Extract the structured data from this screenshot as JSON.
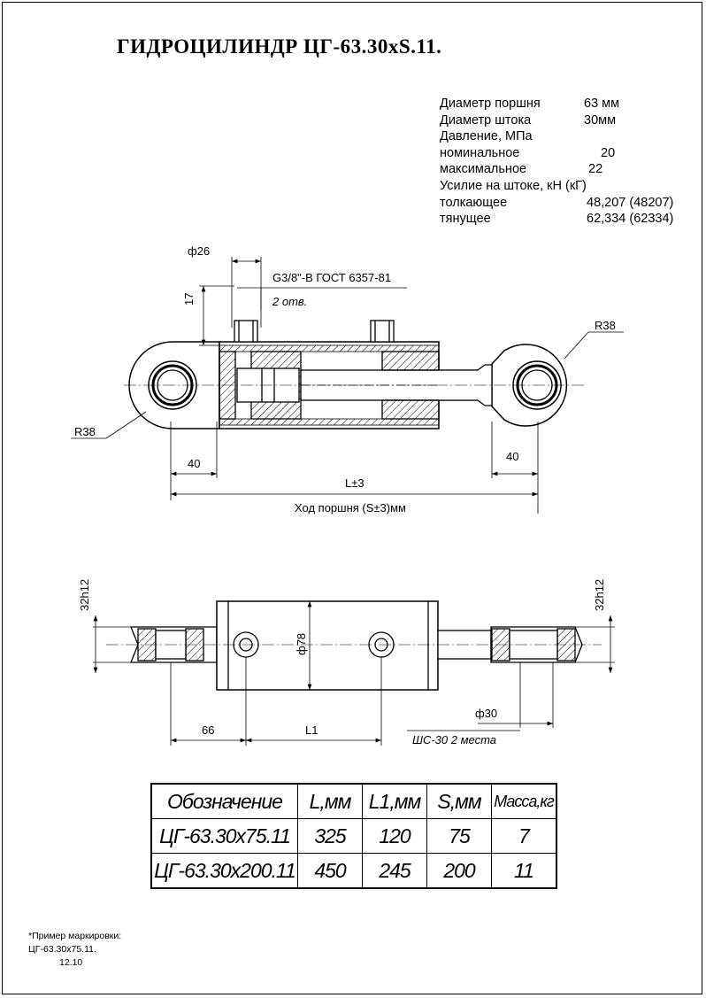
{
  "title": "ГИДРОЦИЛИНДР ЦГ-63.30хS.11.",
  "specs": [
    {
      "label": "Диаметр поршня",
      "value": "63 мм",
      "vx": 163
    },
    {
      "label": "Диаметр штока",
      "value": "30мм",
      "vx": 163
    },
    {
      "label": "Давление, МПа",
      "value": "",
      "vx": 163
    },
    {
      "label": "номинальное",
      "value": "20",
      "vx": 182
    },
    {
      "label": "максимальное",
      "value": "22",
      "vx": 182
    },
    {
      "label": "Усилие на штоке, кН (кГ)",
      "value": "",
      "vx": 163
    },
    {
      "label": "толкающее",
      "value": "48,207 (48207)",
      "vx": 166
    },
    {
      "label": "тянущее",
      "value": "62,334 (62334)",
      "vx": 166
    }
  ],
  "dims": {
    "d26": "ф26",
    "thread": "G3/8\"-В ГОСТ 6357-81",
    "holes": "2 отв.",
    "h17": "17",
    "r38_right": "R38",
    "r38_left": "R38",
    "left40": "40",
    "right40": "40",
    "L": "L±3",
    "stroke": "Ход поршня (S±3)мм",
    "h32_left": "32h12",
    "h32_right": "32h12",
    "d78": "ф78",
    "d66": "66",
    "L1": "L1",
    "d30": "ф30",
    "sh30": "ШС-30 2 места"
  },
  "table": {
    "headers": [
      "Обозначение",
      "L,мм",
      "L1,мм",
      "S,мм",
      "Масса,кг"
    ],
    "rows": [
      [
        "ЦГ-63.30х75.11",
        "325",
        "120",
        "75",
        "7"
      ],
      [
        "ЦГ-63.30х200.11",
        "450",
        "245",
        "200",
        "11"
      ]
    ]
  },
  "note": {
    "line1": "*Пример маркировки:",
    "line2": "ЦГ-63.30х75.11.",
    "line3": "12.10"
  }
}
